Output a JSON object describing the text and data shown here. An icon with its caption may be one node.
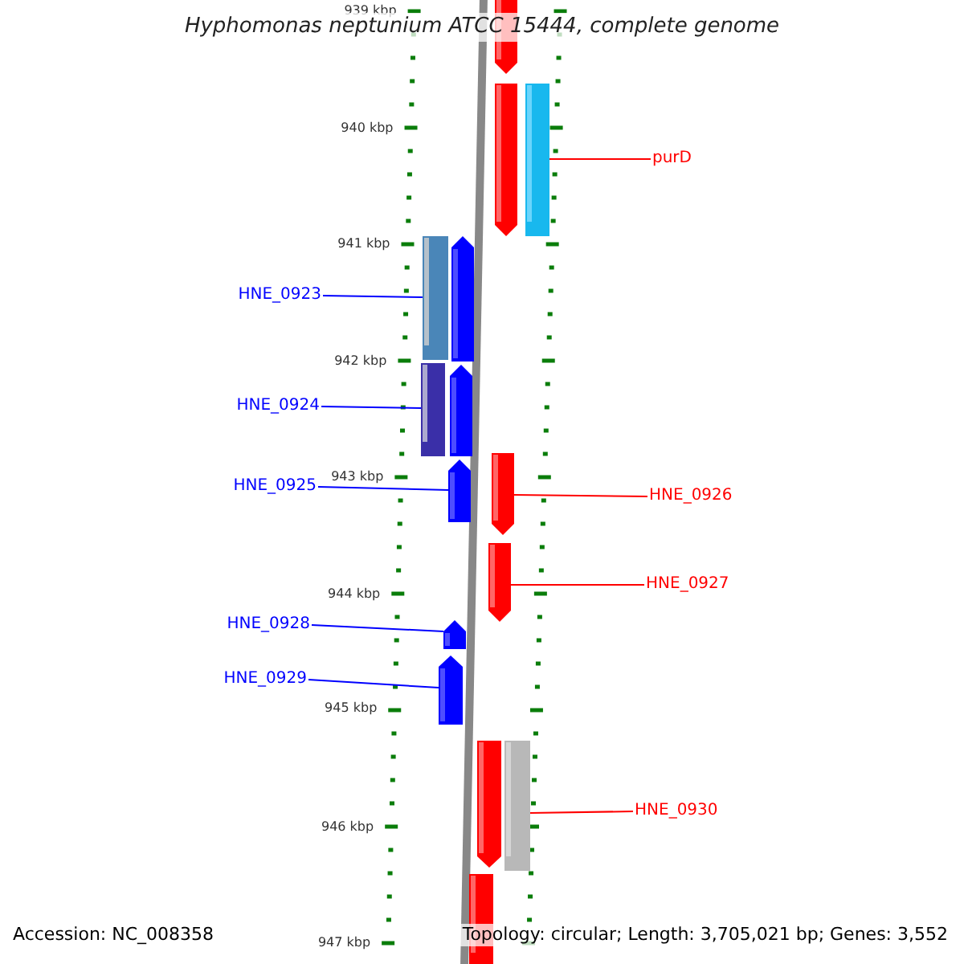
{
  "diagram": {
    "title": "Hyphomonas neptunium ATCC 15444, complete genome",
    "nodes": [
      {
        "text": [
          "purD"
        ]
      },
      {
        "text": [
          "HNE_0923"
        ]
      },
      {
        "text": [
          "HNE_0924"
        ]
      },
      {
        "text": [
          "HNE_0925"
        ]
      },
      {
        "text": [
          "HNE_0926"
        ]
      },
      {
        "text": [
          "HNE_0927"
        ]
      },
      {
        "text": [
          "HNE_0928"
        ]
      },
      {
        "text": [
          "HNE_0929"
        ]
      },
      {
        "text": [
          "HNE_0930"
        ]
      },
      {
        "text": [],
        "shape": "bar"
      },
      {
        "text": [],
        "shape": "bar"
      },
      {
        "text": [],
        "shape": "bar"
      },
      {
        "text": [],
        "shape": "bar"
      },
      {
        "text": [],
        "shape": "bar"
      },
      {
        "text": [],
        "shape": "bar"
      },
      {
        "text": [],
        "shape": "bar"
      },
      {
        "text": [],
        "shape": "bar"
      },
      {
        "text": [],
        "shape": "bar"
      },
      {
        "text": [],
        "shape": "bar"
      },
      {
        "text": [],
        "shape": "bar"
      },
      {
        "text": [],
        "shape": "bar"
      },
      {
        "text": [],
        "shape": "bar"
      },
      {
        "text": [],
        "shape": "bar"
      },
      {
        "text": [],
        "shape": "bar"
      }
    ],
    "edges": [
      {
        "from": 0,
        "to": 11,
        "arrow": "none",
        "color": "#ff0000"
      },
      {
        "from": 1,
        "to": 13,
        "arrow": "none"
      },
      {
        "from": 2,
        "to": 15,
        "arrow": "none"
      },
      {
        "from": 3,
        "to": 16,
        "arrow": "none"
      },
      {
        "from": 4,
        "to": 17,
        "arrow": "none",
        "color": "#ff0000"
      },
      {
        "from": 5,
        "to": 18,
        "arrow": "none",
        "color": "#ff0000"
      },
      {
        "from": 6,
        "to": 19,
        "arrow": "none"
      },
      {
        "from": 7,
        "to": 20,
        "arrow": "none"
      },
      {
        "from": 8,
        "to": 22,
        "arrow": "none",
        "color": "#ff0000"
      }
    ],
    "labels": [
      "939 kbp",
      "940 kbp",
      "941 kbp",
      "942 kbp",
      "943 kbp",
      "944 kbp",
      "945 kbp",
      "946 kbp",
      "947 kbp",
      "Accession: NC_008358",
      "Topology: circular; Length: 3,705,021 bp; Genes: 3,552"
    ]
  }
}
